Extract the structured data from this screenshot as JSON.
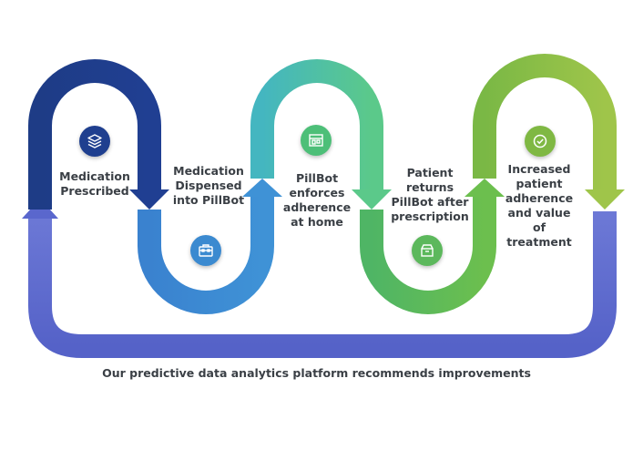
{
  "steps": [
    {
      "id": "prescribed",
      "lines": [
        "Medication",
        "Prescribed"
      ],
      "icon": "layers-icon",
      "color": "#1f3f8f"
    },
    {
      "id": "dispensed",
      "lines": [
        "Medication",
        "Dispensed",
        "into PillBot"
      ],
      "icon": "briefcase-icon",
      "color": "#3b8ad0"
    },
    {
      "id": "enforce",
      "lines": [
        "PillBot",
        "enforces",
        "adherence",
        "at home"
      ],
      "icon": "storefront-icon",
      "color": "#4dbf78"
    },
    {
      "id": "returns",
      "lines": [
        "Patient",
        "returns",
        "PillBot after",
        "prescription"
      ],
      "icon": "box-icon",
      "color": "#5cb85c"
    },
    {
      "id": "outcome",
      "lines": [
        "Increased",
        "patient",
        "adherence",
        "and value",
        "of",
        "treatment"
      ],
      "icon": "check-circle-icon",
      "color": "#7fb843"
    }
  ],
  "footer": {
    "text": "Our predictive data analytics platform recommends improvements"
  },
  "colors": {
    "navy": "#1f3f8f",
    "blue": "#3b8ad0",
    "teal": "#4dc79a",
    "green": "#5cb85c",
    "lime": "#8cbf3f",
    "loop": "#5e6bd0",
    "text": "#3a3f45"
  }
}
